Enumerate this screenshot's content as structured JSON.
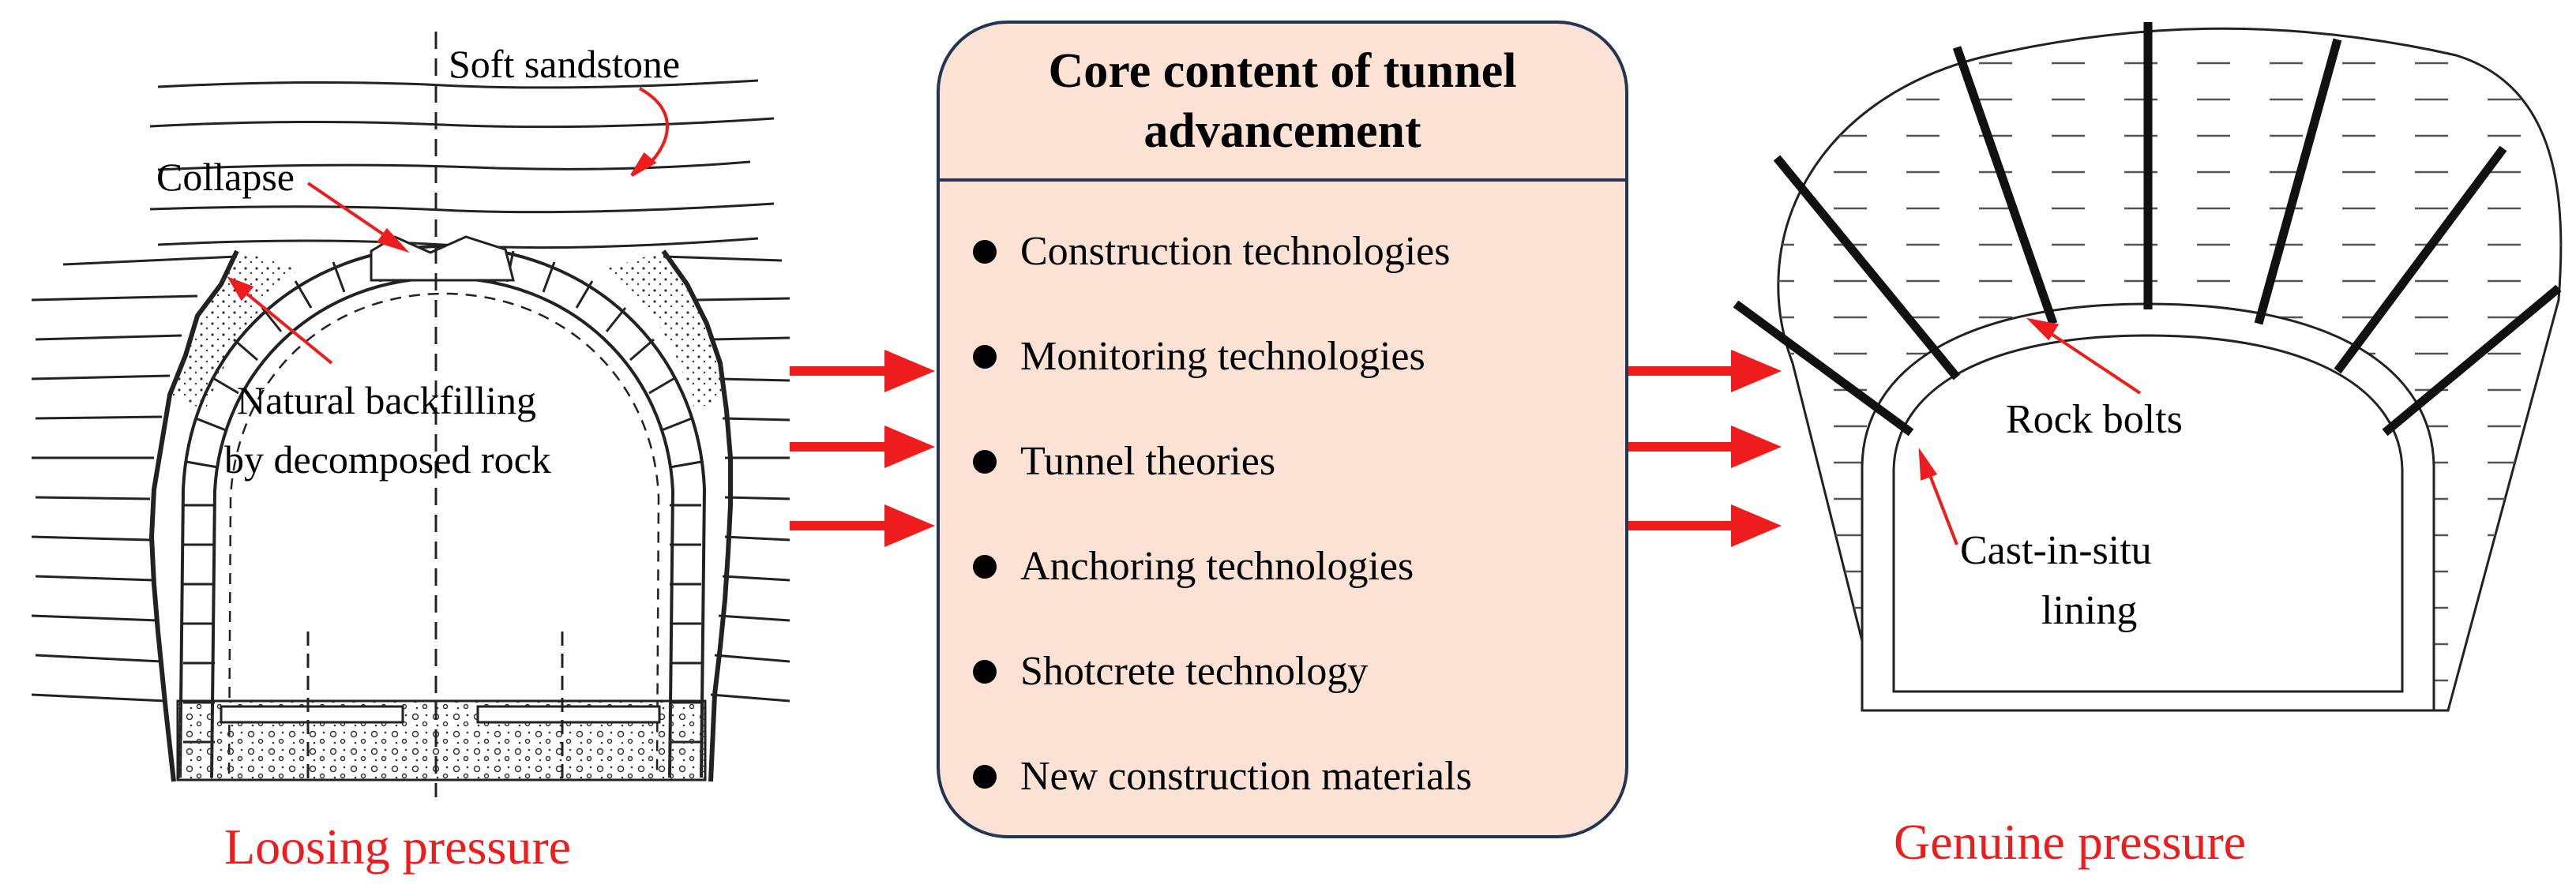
{
  "left_panel": {
    "soft_sandstone": "Soft sandstone",
    "collapse": "Collapse",
    "backfill_line1": "Natural backfilling",
    "backfill_line2": "by decomposed rock",
    "caption": "Loosing pressure"
  },
  "core": {
    "title": "Core content of tunnel advancement",
    "items": [
      "Construction technologies",
      "Monitoring technologies",
      "Tunnel theories",
      "Anchoring technologies",
      "Shotcrete technology",
      "New construction materials"
    ]
  },
  "right_panel": {
    "rock_bolts": "Rock bolts",
    "lining_line1": "Cast-in-situ",
    "lining_line2": "lining",
    "caption": "Genuine pressure"
  },
  "colors": {
    "arrow": "#ee1c1c",
    "box_fill": "#fbe2d4",
    "box_border": "#243552"
  }
}
